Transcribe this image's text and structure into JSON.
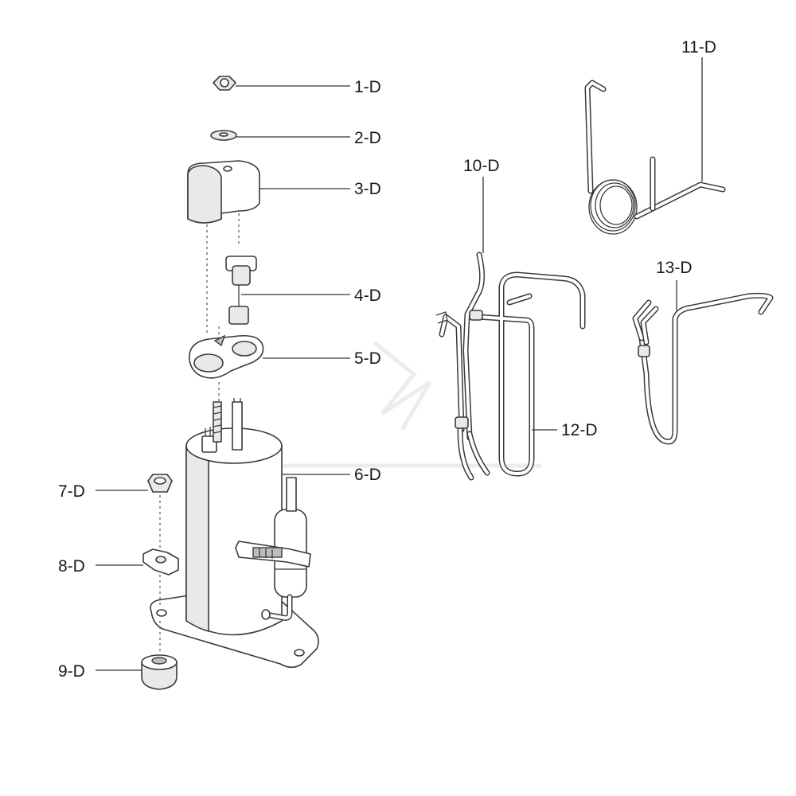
{
  "labels": {
    "p1": "1-D",
    "p2": "2-D",
    "p3": "3-D",
    "p4": "4-D",
    "p5": "5-D",
    "p6": "6-D",
    "p7": "7-D",
    "p8": "8-D",
    "p9": "9-D",
    "p10": "10-D",
    "p11": "11-D",
    "p12": "12-D",
    "p13": "13-D"
  },
  "colors": {
    "line": "#3a3a3a",
    "text": "#1a1a1a",
    "background": "#ffffff"
  }
}
